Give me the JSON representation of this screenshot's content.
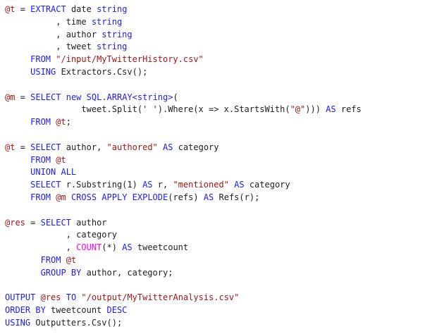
{
  "editor": {
    "language": "U-SQL",
    "colors": {
      "keyword": "#1a1aff",
      "variable": "#a31515",
      "string": "#a31515",
      "function": "#ff00ff",
      "text": "#1e1e1e",
      "background": "#ffffff"
    },
    "lines": [
      [
        {
          "t": "var",
          "v": "@t"
        },
        {
          "t": "plain",
          "v": " = "
        },
        {
          "t": "kw",
          "v": "EXTRACT"
        },
        {
          "t": "plain",
          "v": " date "
        },
        {
          "t": "kw",
          "v": "string"
        }
      ],
      [
        {
          "t": "plain",
          "v": "          , time "
        },
        {
          "t": "kw",
          "v": "string"
        }
      ],
      [
        {
          "t": "plain",
          "v": "          , author "
        },
        {
          "t": "kw",
          "v": "string"
        }
      ],
      [
        {
          "t": "plain",
          "v": "          , tweet "
        },
        {
          "t": "kw",
          "v": "string"
        }
      ],
      [
        {
          "t": "plain",
          "v": "     "
        },
        {
          "t": "kw",
          "v": "FROM"
        },
        {
          "t": "plain",
          "v": " "
        },
        {
          "t": "str",
          "v": "\"/input/MyTwitterHistory.csv\""
        }
      ],
      [
        {
          "t": "plain",
          "v": "     "
        },
        {
          "t": "kw",
          "v": "USING"
        },
        {
          "t": "plain",
          "v": " Extractors.Csv();"
        }
      ],
      [],
      [
        {
          "t": "var",
          "v": "@m"
        },
        {
          "t": "plain",
          "v": " = "
        },
        {
          "t": "kw",
          "v": "SELECT"
        },
        {
          "t": "plain",
          "v": " "
        },
        {
          "t": "kw",
          "v": "new"
        },
        {
          "t": "plain",
          "v": " "
        },
        {
          "t": "kw",
          "v": "SQL.ARRAY<string>"
        },
        {
          "t": "plain",
          "v": "("
        }
      ],
      [
        {
          "t": "plain",
          "v": "               tweet.Split(' ').Where(x => x.StartsWith("
        },
        {
          "t": "str",
          "v": "\"@\""
        },
        {
          "t": "plain",
          "v": "))) "
        },
        {
          "t": "kw",
          "v": "AS"
        },
        {
          "t": "plain",
          "v": " refs"
        }
      ],
      [
        {
          "t": "plain",
          "v": "     "
        },
        {
          "t": "kw",
          "v": "FROM"
        },
        {
          "t": "plain",
          "v": " "
        },
        {
          "t": "var",
          "v": "@t"
        },
        {
          "t": "plain",
          "v": ";"
        }
      ],
      [],
      [
        {
          "t": "var",
          "v": "@t"
        },
        {
          "t": "plain",
          "v": " = "
        },
        {
          "t": "kw",
          "v": "SELECT"
        },
        {
          "t": "plain",
          "v": " author, "
        },
        {
          "t": "str",
          "v": "\"authored\""
        },
        {
          "t": "plain",
          "v": " "
        },
        {
          "t": "kw",
          "v": "AS"
        },
        {
          "t": "plain",
          "v": " category"
        }
      ],
      [
        {
          "t": "plain",
          "v": "     "
        },
        {
          "t": "kw",
          "v": "FROM"
        },
        {
          "t": "plain",
          "v": " "
        },
        {
          "t": "var",
          "v": "@t"
        }
      ],
      [
        {
          "t": "plain",
          "v": "     "
        },
        {
          "t": "kw",
          "v": "UNION ALL"
        }
      ],
      [
        {
          "t": "plain",
          "v": "     "
        },
        {
          "t": "kw",
          "v": "SELECT"
        },
        {
          "t": "plain",
          "v": " r.Substring(1) "
        },
        {
          "t": "kw",
          "v": "AS"
        },
        {
          "t": "plain",
          "v": " r, "
        },
        {
          "t": "str",
          "v": "\"mentioned\""
        },
        {
          "t": "plain",
          "v": " "
        },
        {
          "t": "kw",
          "v": "AS"
        },
        {
          "t": "plain",
          "v": " category"
        }
      ],
      [
        {
          "t": "plain",
          "v": "     "
        },
        {
          "t": "kw",
          "v": "FROM"
        },
        {
          "t": "plain",
          "v": " "
        },
        {
          "t": "var",
          "v": "@m"
        },
        {
          "t": "plain",
          "v": " "
        },
        {
          "t": "kw",
          "v": "CROSS APPLY EXPLODE"
        },
        {
          "t": "plain",
          "v": "(refs) "
        },
        {
          "t": "kw",
          "v": "AS"
        },
        {
          "t": "plain",
          "v": " Refs(r);"
        }
      ],
      [],
      [
        {
          "t": "var",
          "v": "@res"
        },
        {
          "t": "plain",
          "v": " = "
        },
        {
          "t": "kw",
          "v": "SELECT"
        },
        {
          "t": "plain",
          "v": " author"
        }
      ],
      [
        {
          "t": "plain",
          "v": "            , category"
        }
      ],
      [
        {
          "t": "plain",
          "v": "            , "
        },
        {
          "t": "fn",
          "v": "COUNT"
        },
        {
          "t": "plain",
          "v": "(*) "
        },
        {
          "t": "kw",
          "v": "AS"
        },
        {
          "t": "plain",
          "v": " tweetcount"
        }
      ],
      [
        {
          "t": "plain",
          "v": "       "
        },
        {
          "t": "kw",
          "v": "FROM"
        },
        {
          "t": "plain",
          "v": " "
        },
        {
          "t": "var",
          "v": "@t"
        }
      ],
      [
        {
          "t": "plain",
          "v": "       "
        },
        {
          "t": "kw",
          "v": "GROUP BY"
        },
        {
          "t": "plain",
          "v": " author, category;"
        }
      ],
      [],
      [
        {
          "t": "kw",
          "v": "OUTPUT"
        },
        {
          "t": "plain",
          "v": " "
        },
        {
          "t": "var",
          "v": "@res"
        },
        {
          "t": "plain",
          "v": " "
        },
        {
          "t": "kw",
          "v": "TO"
        },
        {
          "t": "plain",
          "v": " "
        },
        {
          "t": "str",
          "v": "\"/output/MyTwitterAnalysis.csv\""
        }
      ],
      [
        {
          "t": "kw",
          "v": "ORDER BY"
        },
        {
          "t": "plain",
          "v": " tweetcount "
        },
        {
          "t": "kw",
          "v": "DESC"
        }
      ],
      [
        {
          "t": "kw",
          "v": "USING"
        },
        {
          "t": "plain",
          "v": " Outputters.Csv();"
        }
      ]
    ]
  }
}
